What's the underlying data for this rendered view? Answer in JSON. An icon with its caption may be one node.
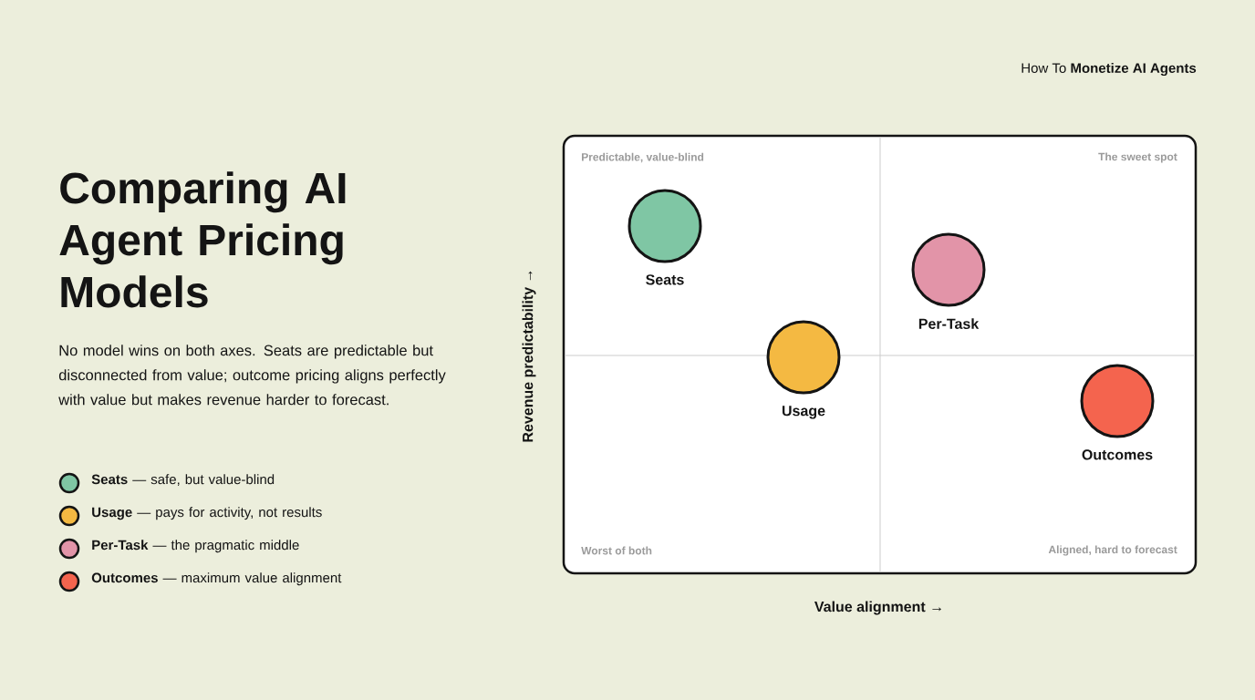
{
  "diagram": {
    "title": "Comparing AI Agent Pricing Models",
    "nodes": [
      {
        "text": [],
        "shape": "circle",
        "beside": [
          "Seats"
        ]
      },
      {
        "text": [],
        "shape": "circle",
        "beside": [
          "Per-Task"
        ]
      },
      {
        "text": [],
        "shape": "circle",
        "beside": [
          "Usage"
        ]
      },
      {
        "text": [],
        "shape": "circle",
        "beside": [
          "Outcomes"
        ]
      }
    ],
    "labels": [
      "How To **Monetize AI Agents**",
      "No model wins on both axes. Seats are predictable but disconnected from value; outcome pricing aligns perfectly with value but makes revenue harder to forecast.",
      "Predictable, value-blind",
      "The sweet spot",
      "Revenue predictability →",
      "Worst of both",
      "Aligned, hard to forecast",
      "Value alignment →"
    ],
    "legend": [
      {
        "text": "**Seats** — safe, but value-blind",
        "color": "#7fc6a4"
      },
      {
        "text": "**Usage** — pays for activity, not results",
        "color": "#f4b942"
      },
      {
        "text": "**Per-Task** — the pragmatic middle",
        "color": "#e294a8"
      },
      {
        "text": "**Outcomes** — maximum value alignment",
        "color": "#f4644e"
      }
    ]
  }
}
